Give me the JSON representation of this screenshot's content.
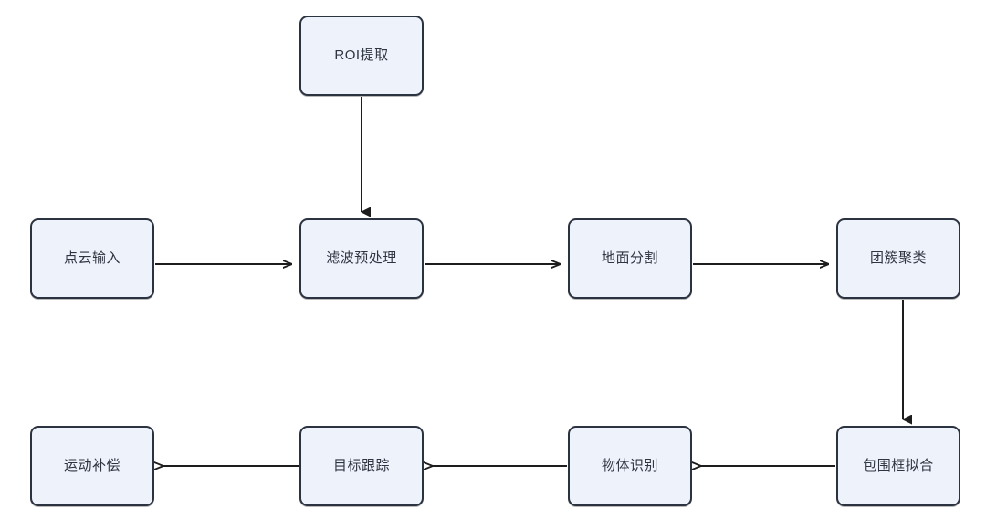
{
  "diagram": {
    "type": "flowchart",
    "title": "",
    "orientation": "left-to-right top row, right-to-left bottom row",
    "colors": {
      "node_fill": "#eef2fb",
      "node_border": "#2c3340",
      "text": "#2e3440",
      "edge": "#1d1d1d",
      "background": "#ffffff"
    },
    "nodes": [
      {
        "id": "roi",
        "label": "ROI提取",
        "row": "top",
        "col": 2
      },
      {
        "id": "input",
        "label": "点云输入",
        "row": "middle",
        "col": 1
      },
      {
        "id": "filter",
        "label": "滤波预处理",
        "row": "middle",
        "col": 2
      },
      {
        "id": "ground",
        "label": "地面分割",
        "row": "middle",
        "col": 3
      },
      {
        "id": "cluster",
        "label": "团簇聚类",
        "row": "middle",
        "col": 4
      },
      {
        "id": "bbox",
        "label": "包围框拟合",
        "row": "bottom",
        "col": 4
      },
      {
        "id": "recog",
        "label": "物体识别",
        "row": "bottom",
        "col": 3
      },
      {
        "id": "track",
        "label": "目标跟踪",
        "row": "bottom",
        "col": 2
      },
      {
        "id": "motion",
        "label": "运动补偿",
        "row": "bottom",
        "col": 1
      }
    ],
    "edges": [
      {
        "id": "roi-to-filter",
        "from": "roi",
        "to": "filter",
        "direction": "down",
        "label": ""
      },
      {
        "id": "input-to-filter",
        "from": "input",
        "to": "filter",
        "direction": "right",
        "label": ""
      },
      {
        "id": "filter-to-ground",
        "from": "filter",
        "to": "ground",
        "direction": "right",
        "label": ""
      },
      {
        "id": "ground-to-cluster",
        "from": "ground",
        "to": "cluster",
        "direction": "right",
        "label": ""
      },
      {
        "id": "cluster-to-bbox",
        "from": "cluster",
        "to": "bbox",
        "direction": "down",
        "label": ""
      },
      {
        "id": "bbox-to-recog",
        "from": "bbox",
        "to": "recog",
        "direction": "left",
        "label": ""
      },
      {
        "id": "recog-to-track",
        "from": "recog",
        "to": "track",
        "direction": "left",
        "label": ""
      },
      {
        "id": "track-to-motion",
        "from": "track",
        "to": "motion",
        "direction": "left",
        "label": ""
      }
    ]
  }
}
